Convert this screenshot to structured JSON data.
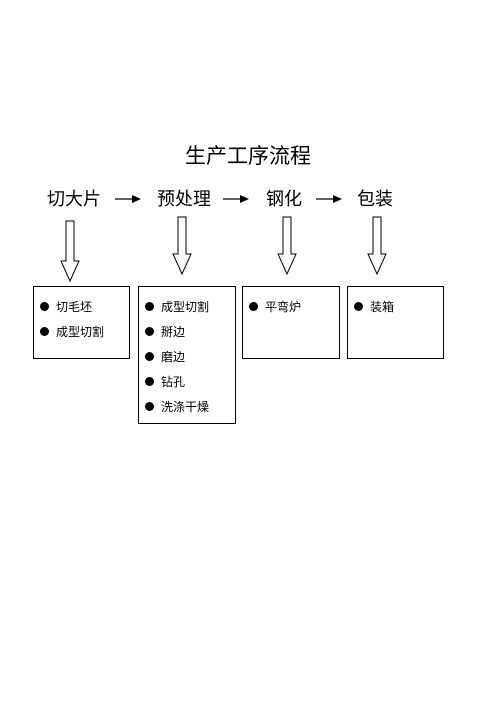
{
  "title": "生产工序流程",
  "steps": [
    {
      "label": "切大片",
      "items": [
        "切毛坯",
        "成型切割"
      ]
    },
    {
      "label": "预处理",
      "items": [
        "成型切割",
        "掰边",
        "磨边",
        "钻孔",
        "洗涤干燥"
      ]
    },
    {
      "label": "钢化",
      "items": [
        "平弯炉"
      ]
    },
    {
      "label": "包装",
      "items": [
        "装箱"
      ]
    }
  ]
}
